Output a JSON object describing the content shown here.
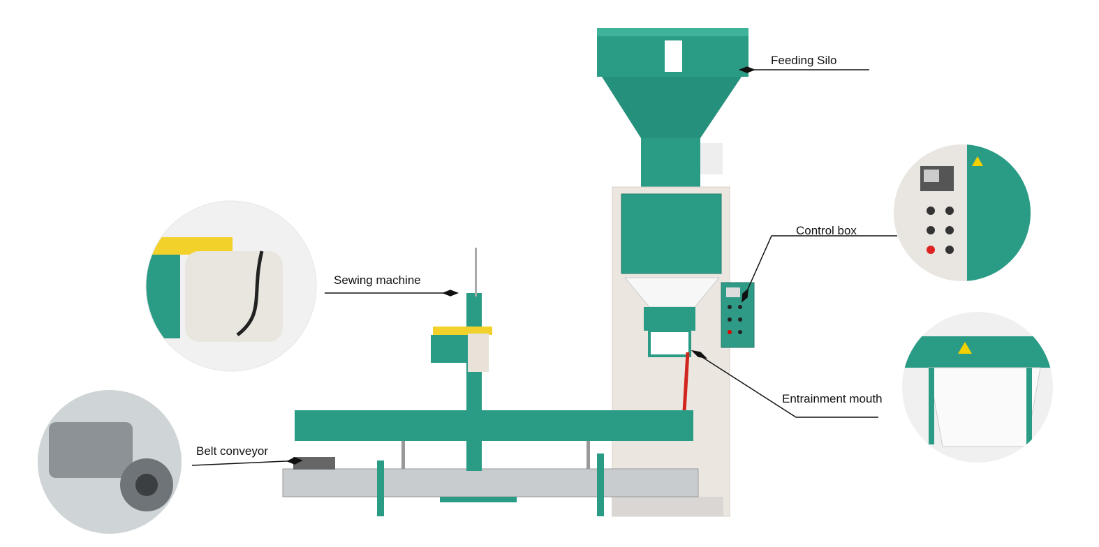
{
  "labels": {
    "feeding_silo": "Feeding Silo",
    "control_box": "Control box",
    "sewing_machine": "Sewing machine",
    "entrainment_mouth": "Entrainment mouth",
    "belt_conveyor": "Belt conveyor"
  },
  "colors": {
    "machine_green": "#2a9c86",
    "cabinet_beige": "#ece6e0",
    "conveyor_gray": "#b9bcbf",
    "accent_yellow": "#f2d22a",
    "callout_line": "#111111"
  }
}
